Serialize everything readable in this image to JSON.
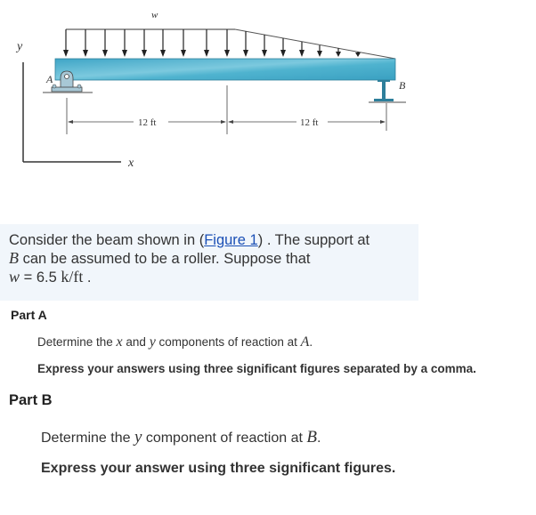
{
  "figure": {
    "load_label": "w",
    "axis_y_label": "y",
    "axis_x_label": "x",
    "support_a_label": "A",
    "support_b_label": "B",
    "dim_left": "12 ft",
    "dim_right": "12 ft",
    "beam_color": "#4fb3cf",
    "support_color": "#a8c8d6"
  },
  "intro": {
    "text_before_link": "Consider the beam shown in (",
    "link_text": "Figure 1",
    "text_after_link": ") . The support at",
    "line2_var": "B",
    "line2_text": " can be assumed to be a roller. Suppose that",
    "line3_var": "w",
    "line3_eq": " = 6.5 ",
    "line3_unit": "k/ft",
    "line3_end": " ."
  },
  "partA": {
    "title": "Part A",
    "q_text1": "Determine the ",
    "q_var1": "x",
    "q_text2": " and ",
    "q_var2": "y",
    "q_text3": " components of reaction at ",
    "q_var3": "A",
    "q_end": ".",
    "instruction": "Express your answers using three significant figures separated by a comma."
  },
  "partB": {
    "title": "Part B",
    "q_text1": "Determine the ",
    "q_var1": "y",
    "q_text2": " component of reaction at ",
    "q_var2": "B",
    "q_end": ".",
    "instruction": "Express your answer using three significant figures."
  }
}
